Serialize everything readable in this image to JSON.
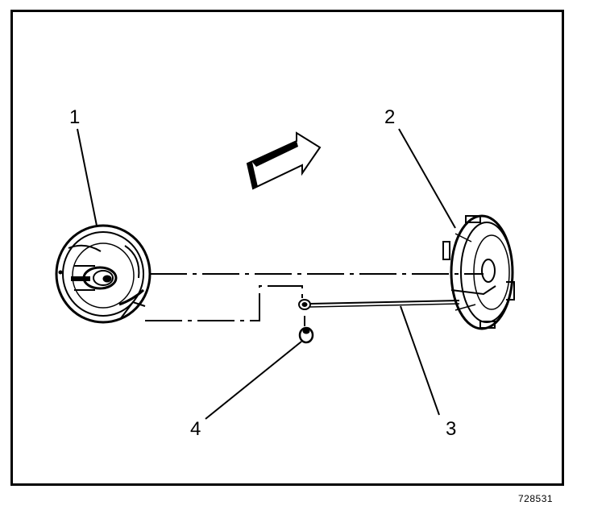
{
  "callouts": {
    "c1": "1",
    "c2": "2",
    "c3": "3",
    "c4": "4"
  },
  "figure_id": "728531",
  "colors": {
    "ink": "#000000",
    "paper": "#ffffff"
  }
}
